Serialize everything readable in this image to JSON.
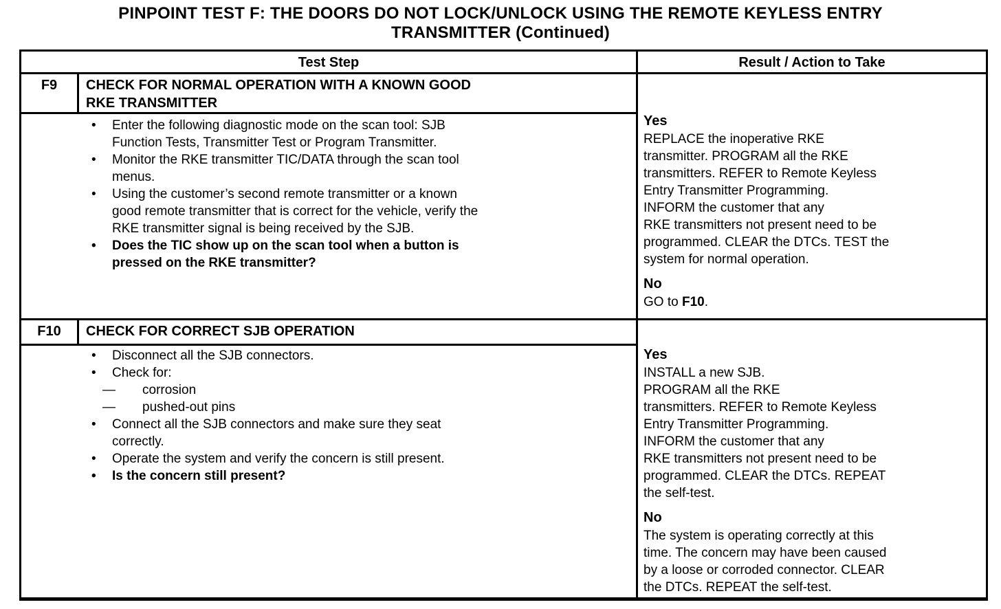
{
  "page": {
    "title_lines": [
      "PINPOINT TEST F: THE DOORS DO NOT LOCK/UNLOCK USING THE REMOTE KEYLESS ENTRY",
      "TRANSMITTER (Continued)"
    ]
  },
  "glyphs": {
    "bullet": "•",
    "dash": "—"
  },
  "table": {
    "headers": {
      "test_step": "Test Step",
      "result": "Result / Action to Take"
    },
    "steps": [
      {
        "id": "F9",
        "title": "CHECK FOR NORMAL OPERATION WITH A KNOWN GOOD\nRKE TRANSMITTER",
        "bullets": [
          {
            "text": "Enter the following diagnostic mode on the scan tool: SJB\nFunction Tests, Transmitter Test or Program Transmitter."
          },
          {
            "text": "Monitor the RKE transmitter TIC/DATA through the scan tool\nmenus."
          },
          {
            "text": "Using the customer’s second remote transmitter or a known\ngood remote transmitter that is correct for the vehicle, verify the\nRKE transmitter signal is being received by the SJB."
          },
          {
            "text": "Does the TIC show up on the scan tool when a button is\npressed on the RKE transmitter?"
          }
        ],
        "result": [
          {
            "label": "Yes",
            "text": "REPLACE the inoperative RKE\ntransmitter. PROGRAM all the RKE\ntransmitters. REFER to Remote Keyless\nEntry Transmitter Programming.\nINFORM the customer that any\nRKE transmitters not present need to be\nprogrammed. CLEAR the DTCs. TEST the\nsystem for normal operation."
          },
          {
            "label": "No",
            "segments": [
              {
                "text": "GO to "
              },
              {
                "text": "F10",
                "bold": true
              },
              {
                "text": "."
              }
            ]
          }
        ]
      },
      {
        "id": "F10",
        "title": "CHECK FOR CORRECT SJB OPERATION",
        "bullets": [
          {
            "text": "Disconnect all the SJB connectors."
          },
          {
            "text": "Check for:"
          },
          {
            "text": "corrosion"
          },
          {
            "text": "pushed-out pins"
          },
          {
            "text": "Connect all the SJB connectors and make sure they seat\ncorrectly."
          },
          {
            "text": "Operate the system and verify the concern is still present."
          },
          {
            "text": "Is the concern still present?"
          }
        ],
        "result": [
          {
            "label": "Yes",
            "text": "INSTALL a new SJB.\nPROGRAM all the RKE\ntransmitters. REFER to Remote Keyless\nEntry Transmitter Programming.\nINFORM the customer that any\nRKE transmitters not present need to be\nprogrammed. CLEAR the DTCs. REPEAT\nthe self-test."
          },
          {
            "label": "No",
            "text": "The system is operating correctly at this\ntime. The concern may have been caused\nby a loose or corroded connector. CLEAR\nthe DTCs. REPEAT the self-test."
          }
        ]
      }
    ]
  }
}
